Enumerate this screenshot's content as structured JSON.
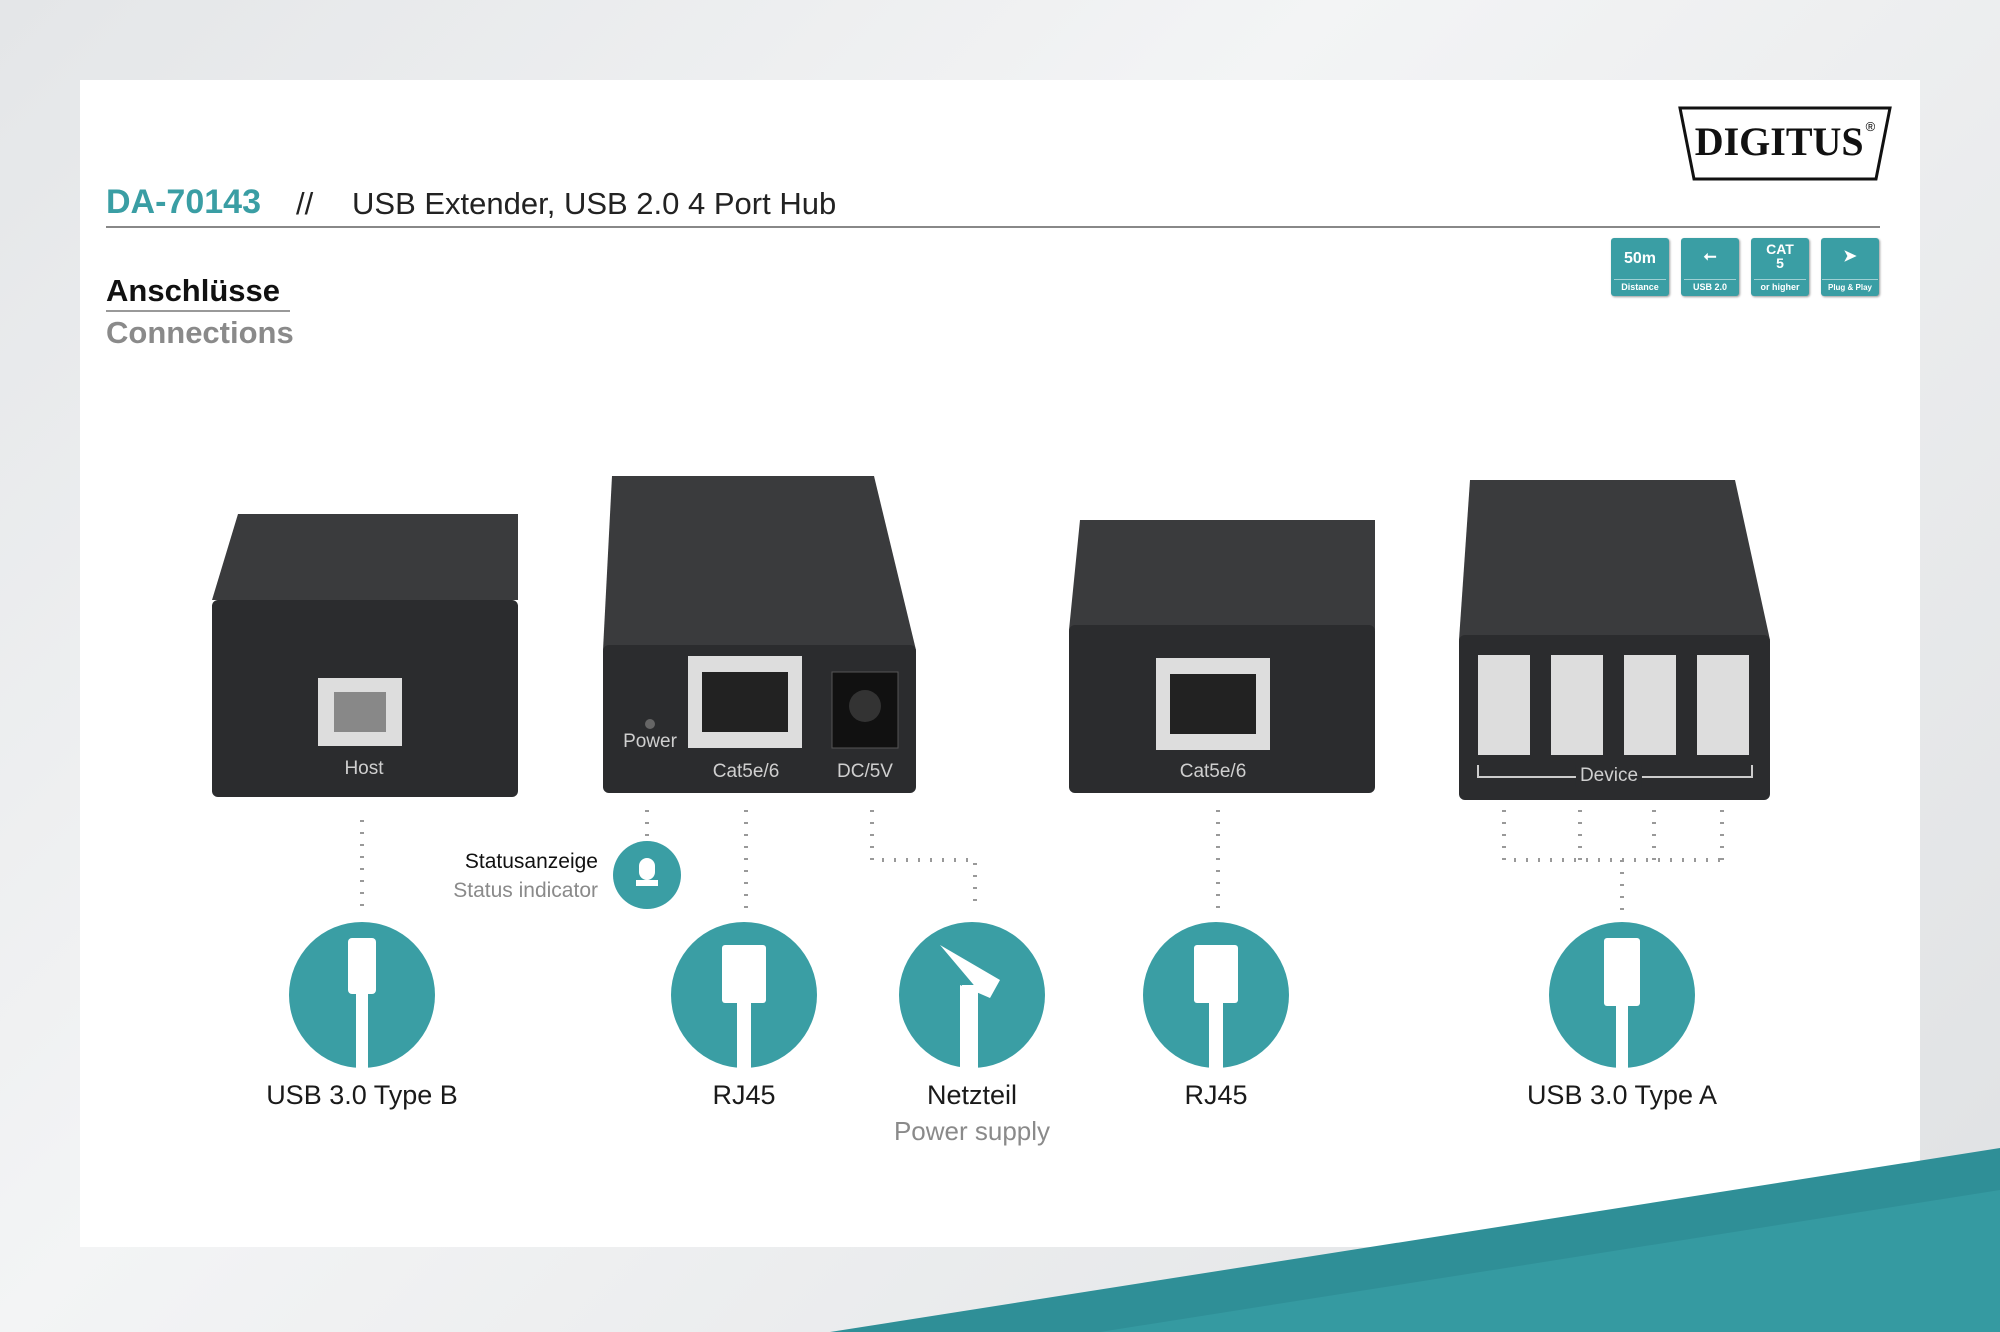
{
  "header": {
    "model": "DA-70143",
    "separator": "//",
    "title": "USB Extender, USB 2.0 4 Port Hub",
    "brand": "DIGITUS",
    "brand_mark": "®"
  },
  "features": [
    {
      "icon": "distance-icon",
      "top": "50m",
      "bottom": "Distance"
    },
    {
      "icon": "usb-icon",
      "top": "",
      "bottom": "USB 2.0"
    },
    {
      "icon": "cat-icon",
      "top": "CAT 5",
      "bottom": "or higher"
    },
    {
      "icon": "plug-play-icon",
      "top": "",
      "bottom": "Plug & Play"
    }
  ],
  "section": {
    "title_de": "Anschlüsse",
    "title_en": "Connections"
  },
  "ports": {
    "host": "Host",
    "power": "Power",
    "cat1": "Cat5e/6",
    "dc": "DC/5V",
    "cat2": "Cat5e/6",
    "device": "Device"
  },
  "status": {
    "de": "Statusanzeige",
    "en": "Status indicator"
  },
  "connectors": [
    {
      "label": "USB 3.0 Type B"
    },
    {
      "label": "RJ45"
    },
    {
      "label": "Netzteil",
      "sublabel": "Power supply"
    },
    {
      "label": "RJ45"
    },
    {
      "label": "USB 3.0 Type A"
    }
  ],
  "colors": {
    "accent": "#3a9ea4",
    "device": "#2b2c2e"
  }
}
